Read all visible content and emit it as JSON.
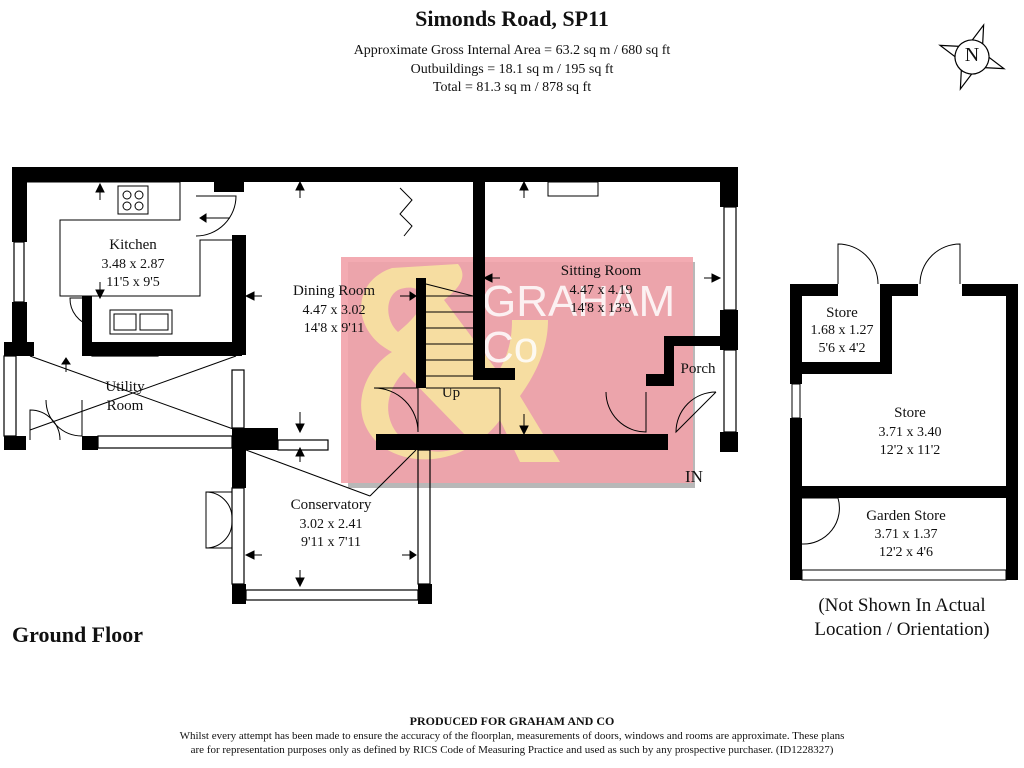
{
  "header": {
    "title": "Simonds Road, SP11",
    "area_lines": [
      "Approximate Gross Internal Area = 63.2 sq m / 680 sq ft",
      "Outbuildings = 18.1 sq m / 195 sq ft",
      "Total = 81.3 sq m / 878 sq ft"
    ]
  },
  "compass": {
    "label": "N",
    "icon": "north-compass-icon"
  },
  "rooms": {
    "kitchen": {
      "name": "Kitchen",
      "metric": "3.48 x 2.87",
      "imperial": "11'5 x 9'5"
    },
    "dining": {
      "name": "Dining Room",
      "metric": "4.47 x 3.02",
      "imperial": "14'8 x 9'11"
    },
    "sitting": {
      "name": "Sitting Room",
      "metric": "4.47 x 4.19",
      "imperial": "14'8 x 13'9"
    },
    "utility": {
      "line1": "Utility",
      "line2": "Room"
    },
    "conservatory": {
      "name": "Conservatory",
      "metric": "3.02 x 2.41",
      "imperial": "9'11 x 7'11"
    },
    "porch": {
      "name": "Porch"
    },
    "stairs": {
      "label": "Up"
    },
    "entrance": {
      "label": "IN"
    }
  },
  "outbuildings": {
    "store_small": {
      "name": "Store",
      "metric": "1.68 x 1.27",
      "imperial": "5'6 x 4'2"
    },
    "store": {
      "name": "Store",
      "metric": "3.71 x 3.40",
      "imperial": "12'2 x 11'2"
    },
    "garden_store": {
      "name": "Garden Store",
      "metric": "3.71 x 1.37",
      "imperial": "12'2 x 4'6"
    },
    "note_line1": "(Not Shown In Actual",
    "note_line2": "Location / Orientation)"
  },
  "floor_label": "Ground Floor",
  "watermark": {
    "line1": "GRAHAM",
    "line2": "Co",
    "color": "#f2a2aa",
    "amp_color": "#f7e3a0"
  },
  "footer": {
    "heading": "PRODUCED FOR GRAHAM AND CO",
    "line1": "Whilst every attempt has been made to ensure the accuracy of the floorplan, measurements of doors, windows and rooms are approximate. These plans",
    "line2": "are for representation purposes only as defined by RICS Code of Measuring Practice and used as such by any prospective purchaser. (ID1228327)"
  }
}
